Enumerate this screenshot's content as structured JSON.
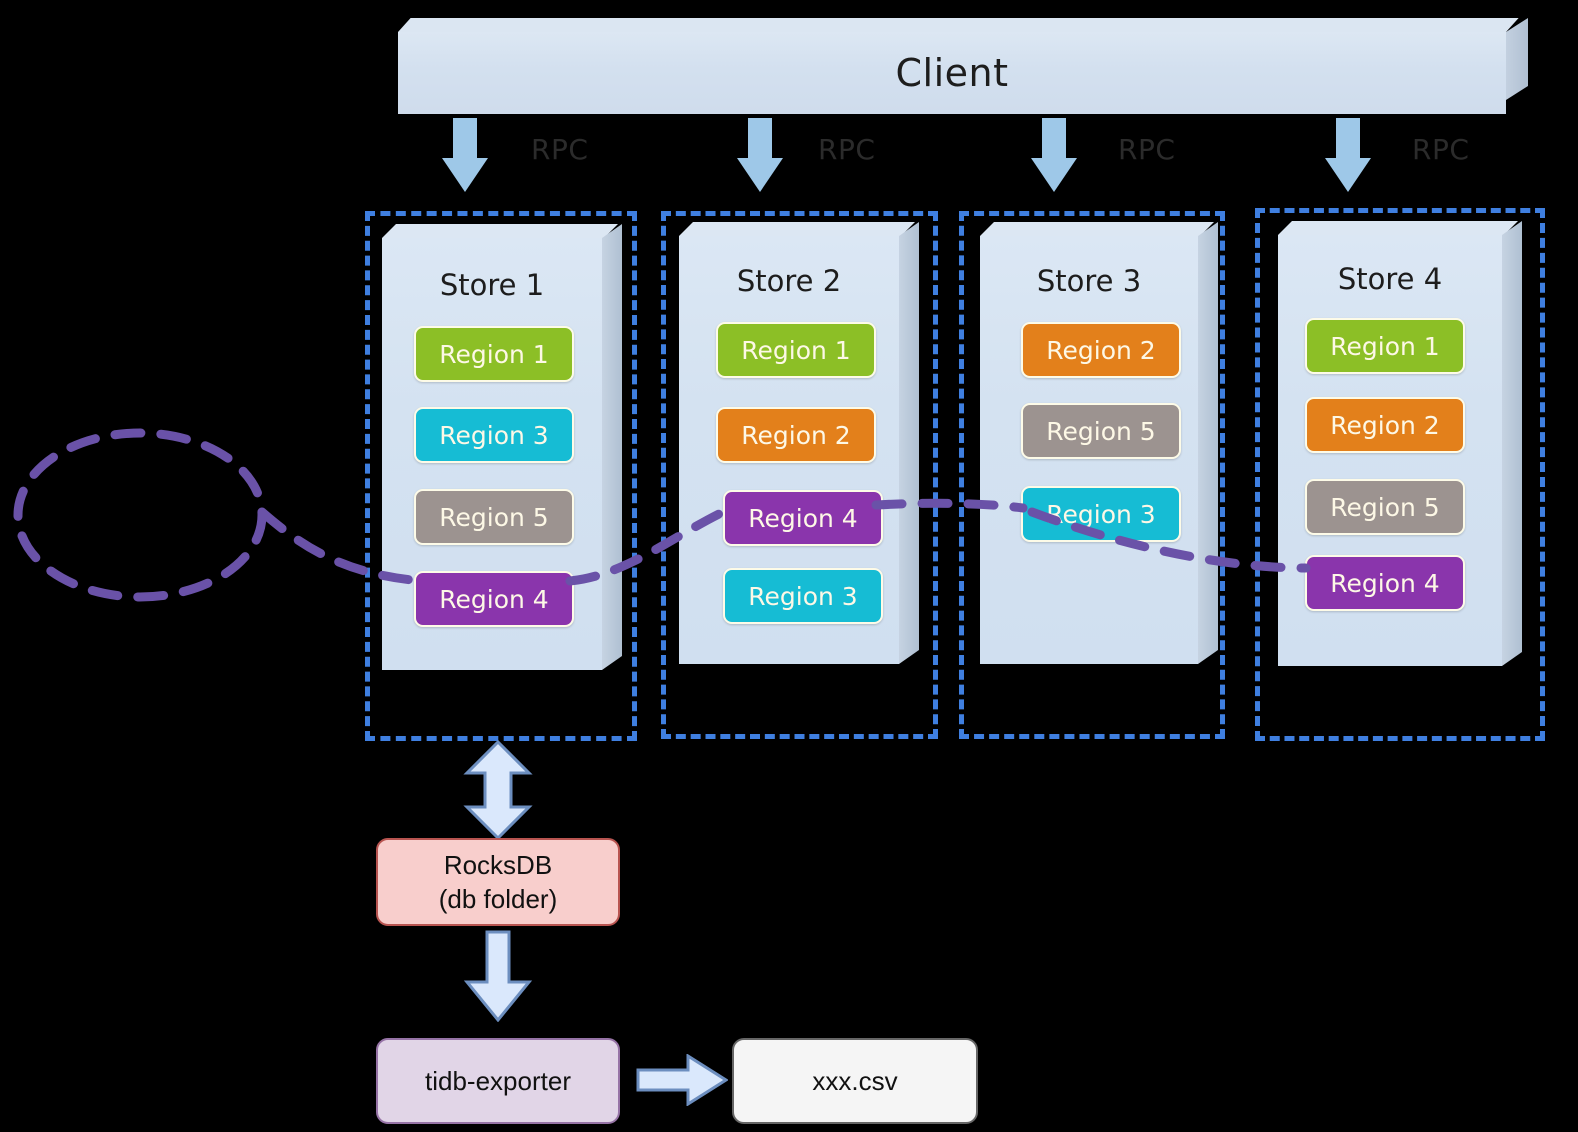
{
  "client": {
    "label": "Client"
  },
  "rpc": {
    "labels": [
      "RPC",
      "RPC",
      "RPC",
      "RPC"
    ]
  },
  "colors": {
    "region1": "#8CBF26",
    "region2": "#E3801B",
    "region3": "#16BCD4",
    "region4": "#8A35AC",
    "region5": "#9C9390",
    "dashed_selection": "#3f7fe0",
    "region_link": "#6A52A8",
    "arrow_blue": "#9ec8e8",
    "store_fill": "#d4e2f1",
    "rocksdb_fill": "#F8CECC",
    "rocksdb_border": "#B85450",
    "exporter_fill": "#E1D5E7",
    "exporter_border": "#9673A6",
    "csv_fill": "#F5F5F5",
    "csv_border": "#666666"
  },
  "stores": [
    {
      "title": "Store 1",
      "regions": [
        {
          "label": "Region 1",
          "color": "#8CBF26"
        },
        {
          "label": "Region 3",
          "color": "#16BCD4"
        },
        {
          "label": "Region 5",
          "color": "#9C9390"
        },
        {
          "label": "Region 4",
          "color": "#8A35AC"
        }
      ]
    },
    {
      "title": "Store 2",
      "regions": [
        {
          "label": "Region 1",
          "color": "#8CBF26"
        },
        {
          "label": "Region 2",
          "color": "#E3801B"
        },
        {
          "label": "Region 4",
          "color": "#8A35AC"
        },
        {
          "label": "Region 3",
          "color": "#16BCD4"
        }
      ]
    },
    {
      "title": "Store 3",
      "regions": [
        {
          "label": "Region 2",
          "color": "#E3801B"
        },
        {
          "label": "Region 5",
          "color": "#9C9390"
        },
        {
          "label": "Region 3",
          "color": "#16BCD4"
        }
      ]
    },
    {
      "title": "Store 4",
      "regions": [
        {
          "label": "Region 1",
          "color": "#8CBF26"
        },
        {
          "label": "Region 2",
          "color": "#E3801B"
        },
        {
          "label": "Region 5",
          "color": "#9C9390"
        },
        {
          "label": "Region 4",
          "color": "#8A35AC"
        }
      ]
    }
  ],
  "pipeline": {
    "rocksdb_line1": "RocksDB",
    "rocksdb_line2": "(db folder)",
    "exporter": "tidb-exporter",
    "csv": "xxx.csv"
  }
}
